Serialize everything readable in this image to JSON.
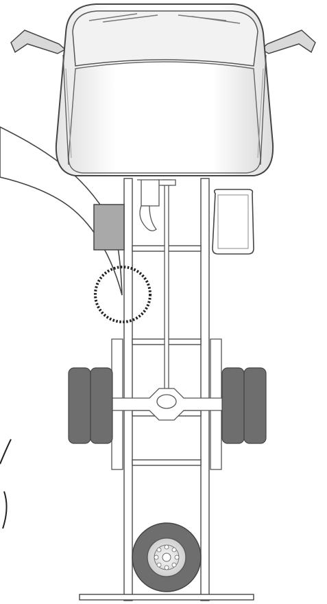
{
  "diagram": {
    "subject": "truck-chassis-top-view",
    "colors": {
      "outline": "#4a4a4a",
      "line": "#8a8a8a",
      "cab_fill": "#f4f4f4",
      "cab_shade": "#d9d9d9",
      "highlight_box": "#a9a9a9",
      "tire": "#6e6e6e",
      "tire_dark": "#5a5a5a",
      "frame": "#ffffff",
      "dotted_circle": "#222222",
      "background": "#ffffff"
    },
    "callout": {
      "kind": "speech-bubble-pointer",
      "marker": "dotted-circle"
    }
  }
}
